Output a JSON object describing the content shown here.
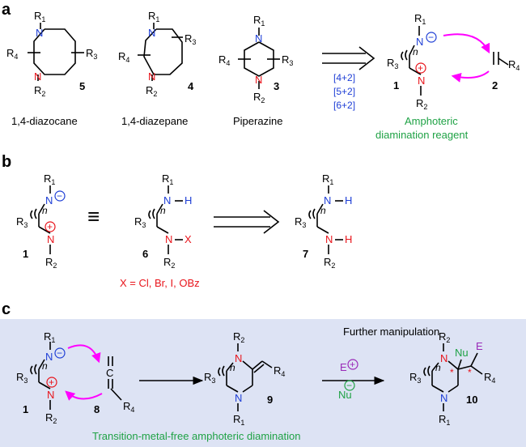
{
  "colors": {
    "black": "#000000",
    "blue": "#1f3fd6",
    "red": "#e8141b",
    "magenta": "#ff00ff",
    "green": "#1fa245",
    "panel_c_bg": "#dde3f4"
  },
  "panel_a": {
    "letter": "a",
    "s5": {
      "name": "1,4-diazocane",
      "num": "5",
      "R1": "R",
      "R1s": "1",
      "R2": "R",
      "R2s": "2",
      "R3": "R",
      "R3s": "3",
      "R4": "R",
      "R4s": "4",
      "N": "N"
    },
    "s4": {
      "name": "1,4-diazepane",
      "num": "4",
      "R1": "R",
      "R1s": "1",
      "R2": "R",
      "R2s": "2",
      "R3": "R",
      "R3s": "3",
      "R4": "R",
      "R4s": "4",
      "N": "N"
    },
    "s3": {
      "name": "Piperazine",
      "num": "3",
      "R1": "R",
      "R1s": "1",
      "R2": "R",
      "R2s": "2",
      "R3": "R",
      "R3s": "3",
      "R4": "R",
      "R4s": "4",
      "N": "N"
    },
    "cyclo": [
      "[4+2]",
      "[5+2]",
      "[6+2]"
    ],
    "reagent_num": "1",
    "alkene_num": "2",
    "n_label": "n",
    "minus": "−",
    "plus": "+",
    "reagent_label_line1": "Amphoteric",
    "reagent_label_line2": "diamination reagent"
  },
  "panel_b": {
    "letter": "b",
    "equiv": "≡",
    "c1": {
      "num": "1"
    },
    "c6": {
      "num": "6",
      "X": "X",
      "H": "H"
    },
    "c7": {
      "num": "7",
      "H": "H"
    },
    "x_def": "X = Cl, Br, I, OBz"
  },
  "panel_c": {
    "letter": "c",
    "further": "Further manipulation",
    "c1": "1",
    "c8": "8",
    "c8_C": "C",
    "c9": "9",
    "c10": "10",
    "E": "E",
    "Nu": "Nu",
    "star": "*",
    "bottom": "Transition-metal-free amphoteric diamination"
  }
}
